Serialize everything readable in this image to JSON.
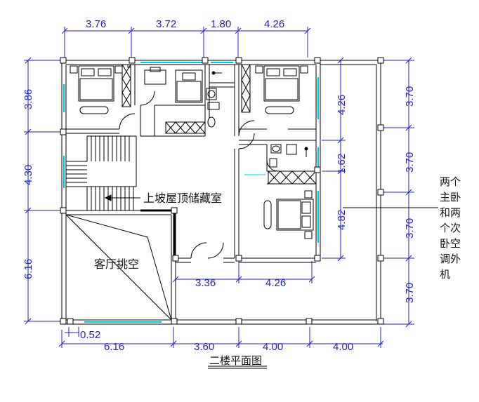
{
  "title": "二楼平面图",
  "labels": {
    "storage": "上坡屋顶储藏室",
    "living_void": "客厅挑空"
  },
  "note_lines": [
    "两个",
    "主卧",
    "和两",
    "个次",
    "卧空",
    "调外",
    "机"
  ],
  "dimensions": {
    "top": [
      "3.76",
      "3.72",
      "1.80",
      "4.26"
    ],
    "bottom": [
      "0.52",
      "6.16",
      "3.60",
      "4.00",
      "4.00"
    ],
    "left": [
      "3.86",
      "4.30",
      "6.16"
    ],
    "right_inner": [
      "4.26",
      "1.62",
      "4.82"
    ],
    "right_outer": [
      "3.70",
      "3.70",
      "3.70",
      "3.70"
    ],
    "inner_bottom": [
      "3.36",
      "4.26"
    ]
  },
  "colors": {
    "wall": "#000000",
    "dimension": "#1f1fd0",
    "window": "#00c8e6"
  }
}
